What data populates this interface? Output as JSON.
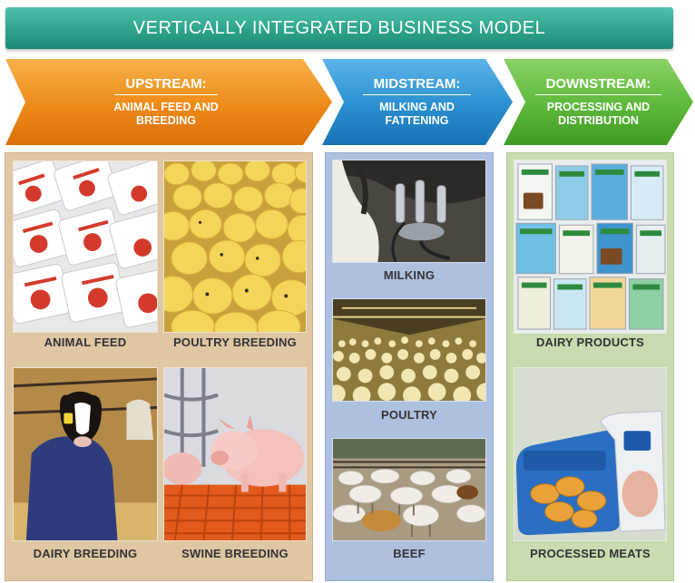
{
  "title": "VERTICALLY INTEGRATED BUSINESS MODEL",
  "stages": {
    "upstream": {
      "heading": "UPSTREAM:",
      "line1": "ANIMAL FEED AND",
      "line2": "BREEDING",
      "color": "#ee8a18"
    },
    "midstream": {
      "heading": "MIDSTREAM:",
      "line1": "MILKING AND",
      "line2": "FATTENING",
      "color": "#2a8fd0"
    },
    "downstream": {
      "heading": "DOWNSTREAM:",
      "line1": "PROCESSING AND",
      "line2": "DISTRIBUTION",
      "color": "#5cb83a"
    }
  },
  "upstream_items": [
    "ANIMAL FEED",
    "POULTRY BREEDING",
    "DAIRY BREEDING",
    "SWINE BREEDING"
  ],
  "midstream_items": [
    "MILKING",
    "POULTRY",
    "BEEF"
  ],
  "downstream_items": [
    "DAIRY PRODUCTS",
    "PROCESSED MEATS"
  ]
}
